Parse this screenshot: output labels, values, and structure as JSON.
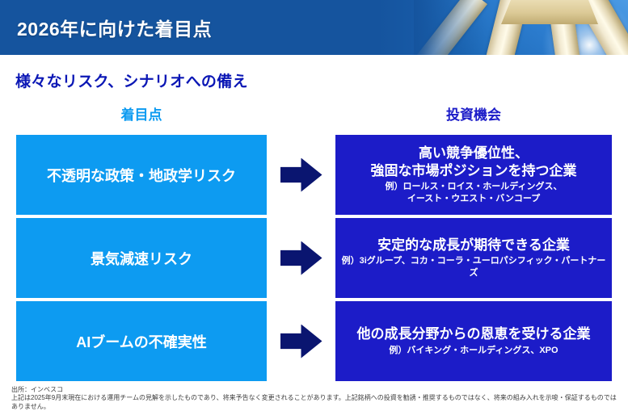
{
  "banner": {
    "title": "2026年に向けた着目点"
  },
  "subtitle": "様々なリスク、シナリオへの備え",
  "columns": {
    "left_header": "着目点",
    "right_header": "投資機会"
  },
  "rows": [
    {
      "risk": "不透明な政策・地政学リスク",
      "opportunity_line1": "高い競争優位性、",
      "opportunity_line2": "強固な市場ポジションを持つ企業",
      "example_line1": "例）ロールス・ロイス・ホールディングス、",
      "example_line2": "イースト・ウエスト・バンコープ"
    },
    {
      "risk": "景気減速リスク",
      "opportunity_line1": "安定的な成長が期待できる企業",
      "example_line1": "例）3iグループ、コカ・コーラ・ユーロパシフィック・パートナーズ"
    },
    {
      "risk": "AIブームの不確実性",
      "opportunity_line1": "他の成長分野からの恩恵を受ける企業",
      "example_line1": "例）バイキング・ホールディングス、XPO"
    }
  ],
  "footer": {
    "source": "出所：インベスコ",
    "disclaimer": "上記は2025年9月末現在における運用チームの見解を示したものであり、将来予告なく変更されることがあります。上記銘柄への投資を勧誘・推奨するものではなく、将来の組み入れを示唆・保証するものではありません。"
  },
  "colors": {
    "banner_blue": "#15549E",
    "risk_box_azure": "#0D9BF1",
    "opportunity_box_royal": "#1C1CC8",
    "arrow_navy": "#0A1570",
    "subtitle_blue": "#0B17B5"
  }
}
